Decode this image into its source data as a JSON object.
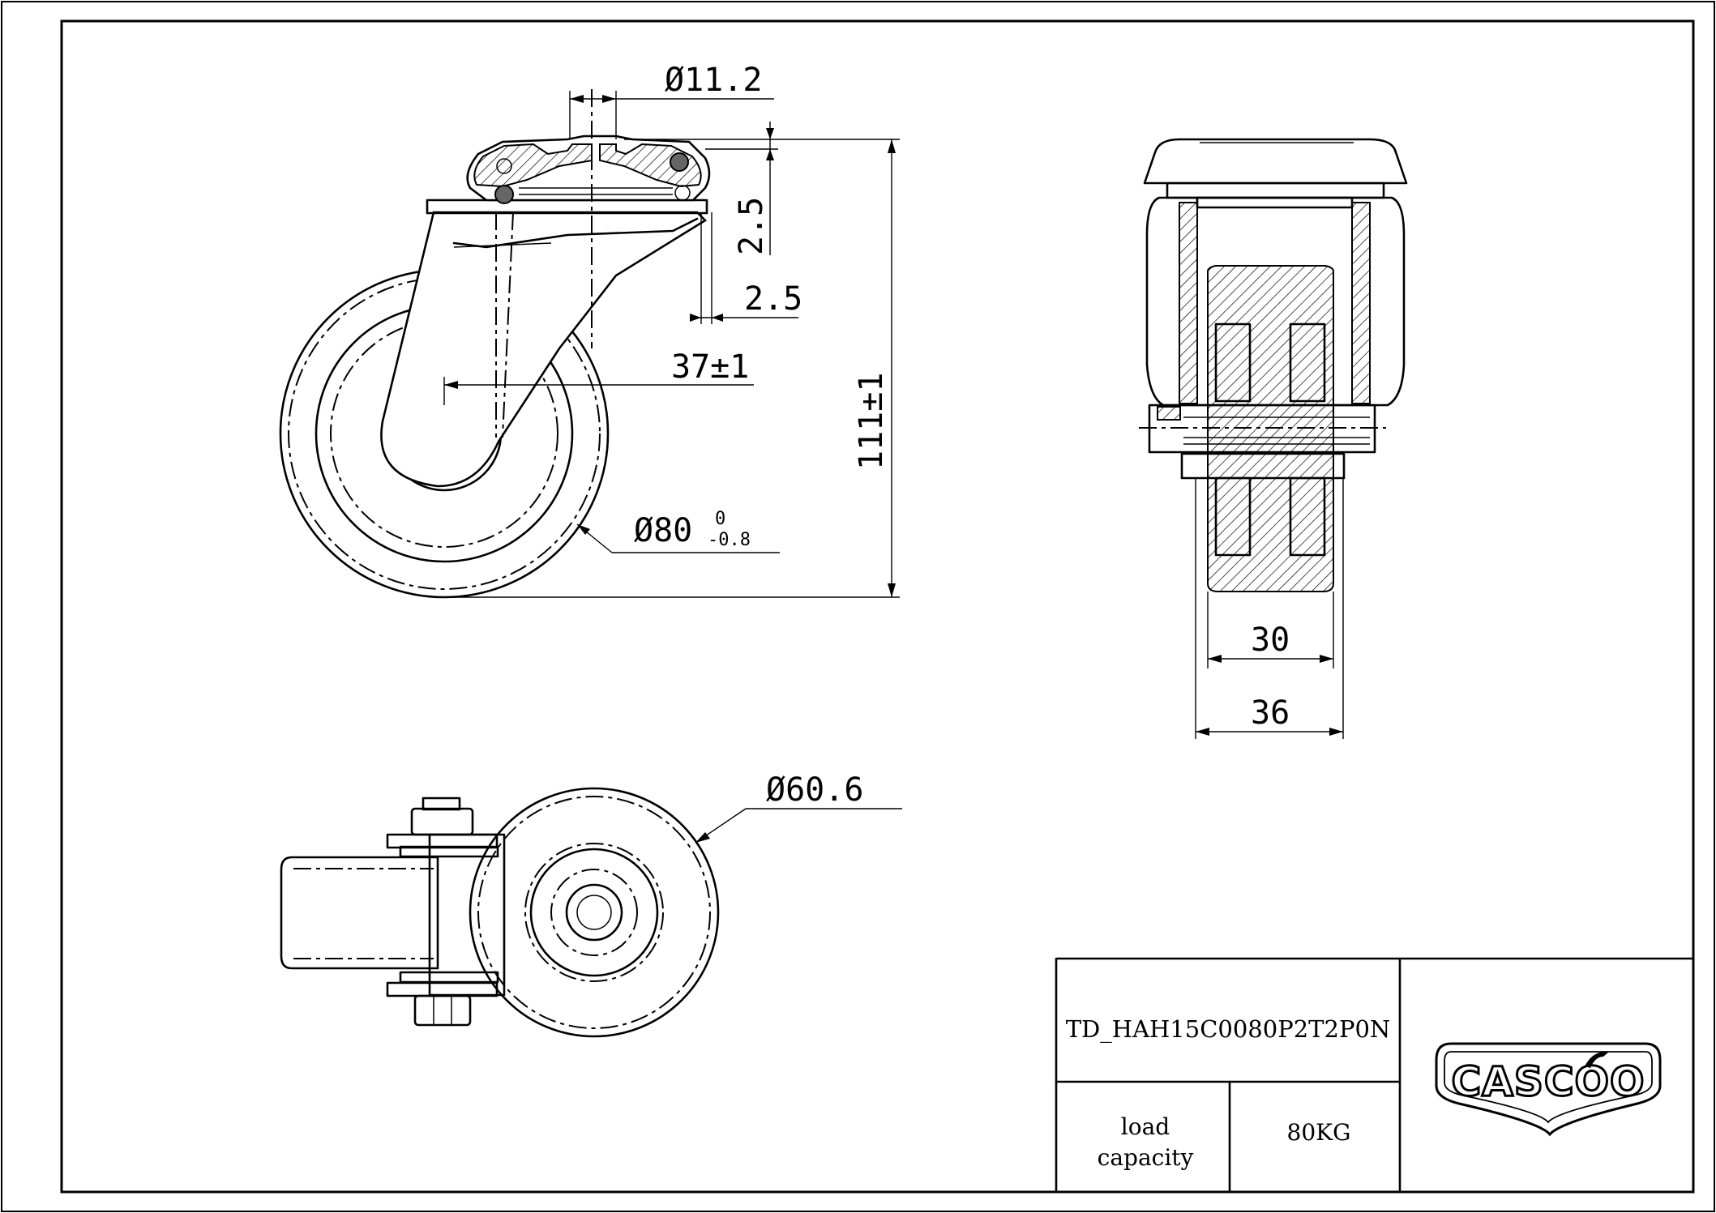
{
  "dimensions": {
    "axle_bore_diameter": "Ø11.2",
    "top_plate_thickness": "2.5",
    "plate_edge_offset": "2.5",
    "swivel_offset": "37±1",
    "overall_height": "111±1",
    "wheel_diameter": "Ø80",
    "wheel_diameter_tol_upper": "0",
    "wheel_diameter_tol_lower": "-0.8",
    "tread_width": "30",
    "overall_width": "36",
    "hub_diameter": "Ø60.6"
  },
  "title_block": {
    "part_number": "TD_HAH15C0080P2T2P0N",
    "load_label_line1": "load",
    "load_label_line2": "capacity",
    "load_value": "80KG",
    "logo_text": "CASCOO"
  }
}
